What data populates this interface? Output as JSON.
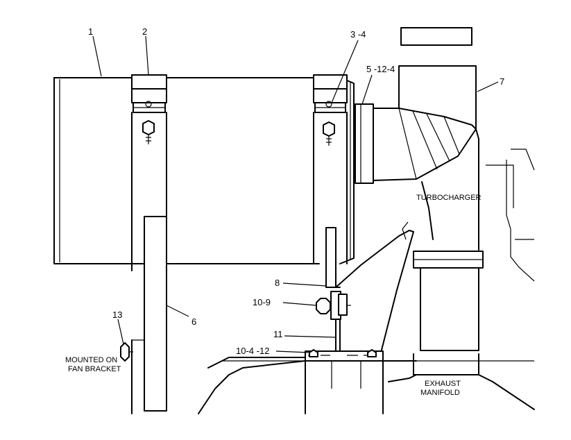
{
  "callouts": {
    "c1": "1",
    "c2": "2",
    "c3_4": "3 -4",
    "c5_12_4": "5 -12-4",
    "c7": "7",
    "c8": "8",
    "c10_9": "10-9",
    "c11": "11",
    "c10_4_12": "10-4 -12",
    "c6": "6",
    "c13": "13"
  },
  "notes": {
    "turbocharger": "TURBOCHARGER",
    "mounted_line1": "MOUNTED ON",
    "mounted_line2": "FAN BRACKET",
    "exhaust_line1": "EXHAUST",
    "exhaust_line2": "MANIFOLD"
  }
}
